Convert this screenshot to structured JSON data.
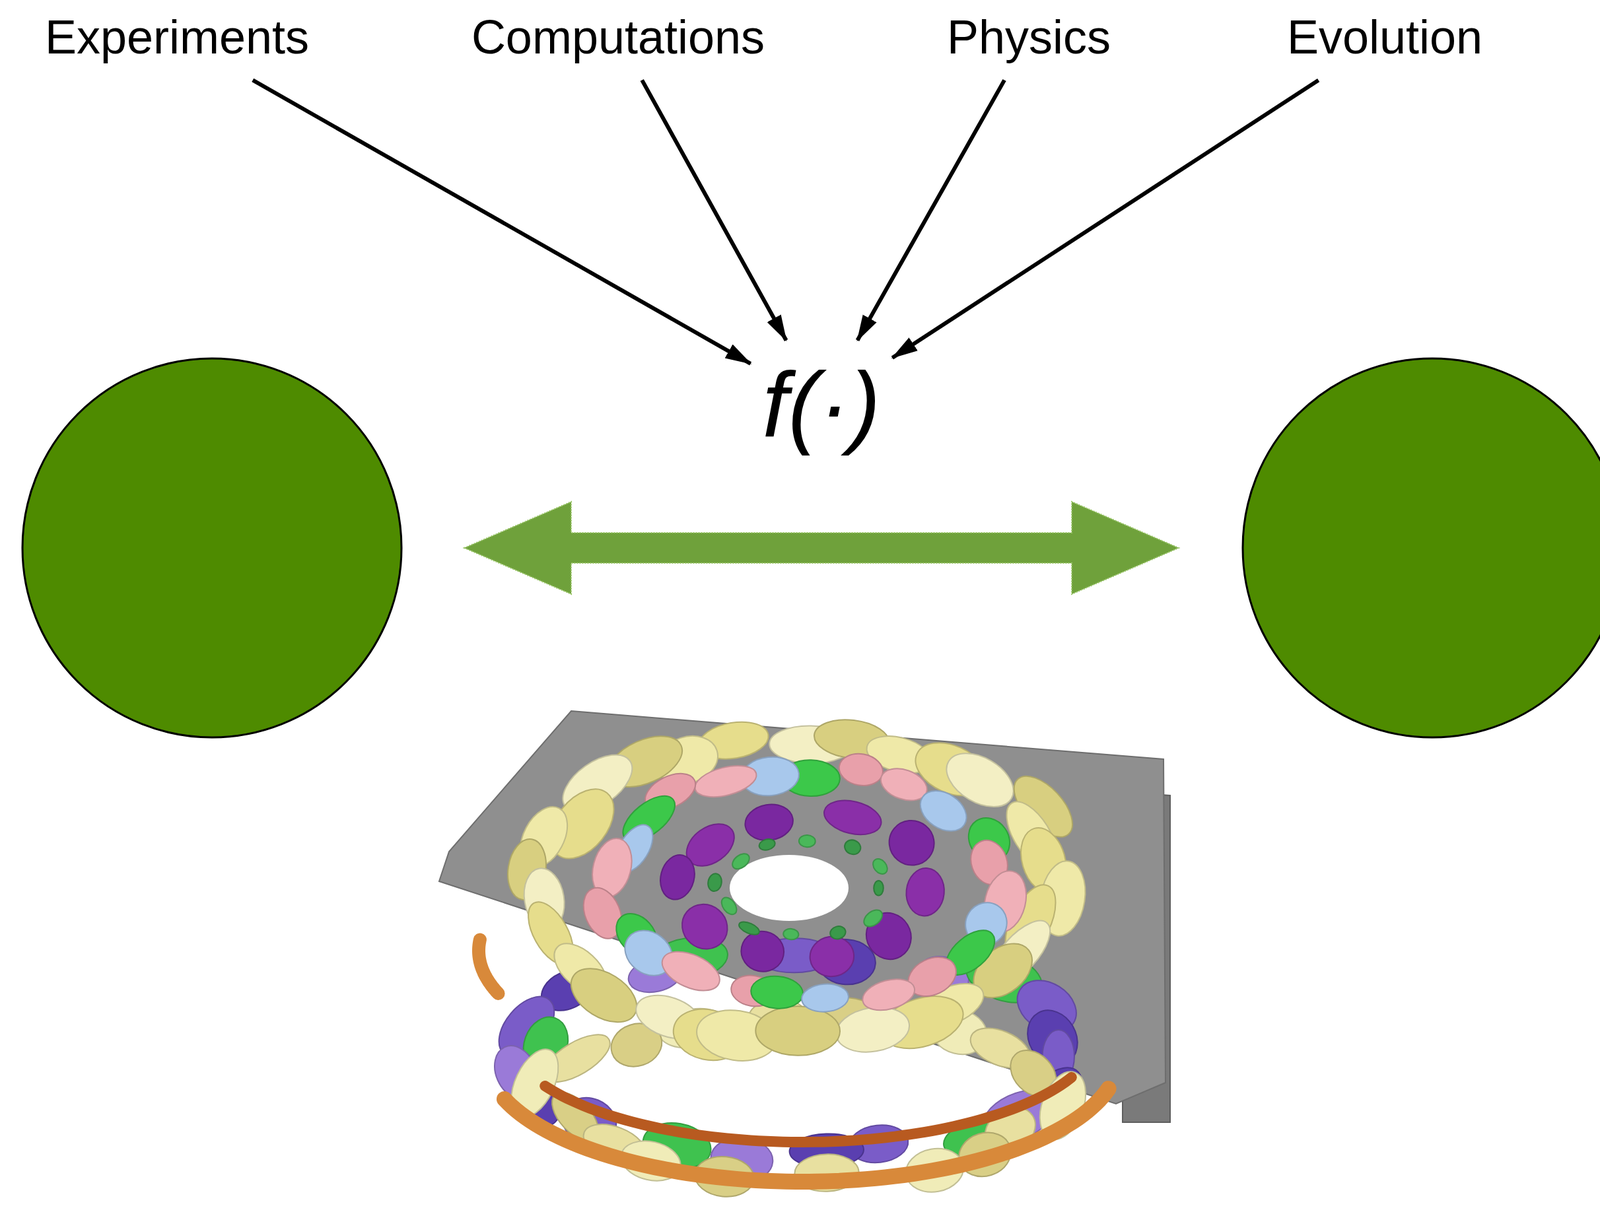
{
  "diagram": {
    "nodes": [
      {
        "text": [
          "Experiments"
        ]
      },
      {
        "text": [
          "Computations"
        ]
      },
      {
        "text": [
          "Physics"
        ]
      },
      {
        "text": [
          "Evolution"
        ]
      },
      {
        "text": [
          "f(·)"
        ]
      }
    ],
    "edges": [
      {
        "from": 0,
        "to": 4,
        "arrow": "to"
      },
      {
        "from": 1,
        "to": 4,
        "arrow": "to"
      },
      {
        "from": 2,
        "to": 4,
        "arrow": "to"
      },
      {
        "from": 3,
        "to": 4,
        "arrow": "to"
      }
    ]
  }
}
